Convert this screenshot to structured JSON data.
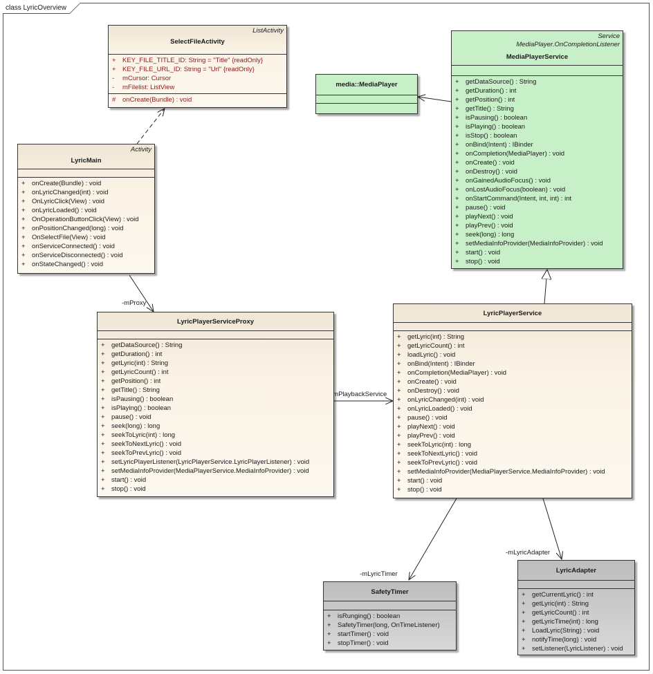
{
  "diagram": {
    "frame_label": "class LyricOverview"
  },
  "classes": {
    "select_file_activity": {
      "name": "SelectFileActivity",
      "stereotype": [
        "ListActivity"
      ],
      "attributes": [
        {
          "vis": "+",
          "text": "KEY_FILE_TITLE_ID:  String = \"Title\" {readOnly}"
        },
        {
          "vis": "+",
          "text": "KEY_FILE_URL_ID:  String = \"Url\" {readOnly}"
        },
        {
          "vis": "-",
          "text": "mCursor:  Cursor"
        },
        {
          "vis": "-",
          "text": "mFilelist:  ListView"
        }
      ],
      "operations": [
        {
          "vis": "#",
          "text": "onCreate(Bundle) : void"
        }
      ]
    },
    "lyric_main": {
      "name": "LyricMain",
      "stereotype": [
        "Activity"
      ],
      "attributes": [],
      "operations": [
        {
          "vis": "+",
          "text": "onCreate(Bundle) : void"
        },
        {
          "vis": "+",
          "text": "onLyricChanged(int) : void"
        },
        {
          "vis": "+",
          "text": "OnLyricClick(View) : void"
        },
        {
          "vis": "+",
          "text": "onLyricLoaded() : void"
        },
        {
          "vis": "+",
          "text": "OnOperationButtonClick(View) : void"
        },
        {
          "vis": "+",
          "text": "onPositionChanged(long) : void"
        },
        {
          "vis": "+",
          "text": "OnSelectFile(View) : void"
        },
        {
          "vis": "+",
          "text": "onServiceConnected() : void"
        },
        {
          "vis": "+",
          "text": "onServiceDisconnected() : void"
        },
        {
          "vis": "+",
          "text": "onStateChanged() : void"
        }
      ]
    },
    "media_player": {
      "name": "media::MediaPlayer",
      "stereotype": [],
      "attributes": [],
      "operations": []
    },
    "media_player_service": {
      "name": "MediaPlayerService",
      "stereotype": [
        "Service",
        "MediaPlayer.OnCompletionListener"
      ],
      "attributes": [],
      "operations": [
        {
          "vis": "+",
          "text": "getDataSource() : String"
        },
        {
          "vis": "+",
          "text": "getDuration() : int"
        },
        {
          "vis": "+",
          "text": "getPosition() : int"
        },
        {
          "vis": "+",
          "text": "getTitle() : String"
        },
        {
          "vis": "+",
          "text": "isPausing() : boolean"
        },
        {
          "vis": "+",
          "text": "isPlaying() : boolean"
        },
        {
          "vis": "+",
          "text": "isStop() : boolean"
        },
        {
          "vis": "+",
          "text": "onBind(Intent) : IBinder"
        },
        {
          "vis": "+",
          "text": "onCompletion(MediaPlayer) : void"
        },
        {
          "vis": "+",
          "text": "onCreate() : void"
        },
        {
          "vis": "+",
          "text": "onDestroy() : void"
        },
        {
          "vis": "+",
          "text": "onGainedAudioFocus() : void"
        },
        {
          "vis": "+",
          "text": "onLostAudioFocus(boolean) : void"
        },
        {
          "vis": "+",
          "text": "onStartCommand(Intent, int, int) : int"
        },
        {
          "vis": "+",
          "text": "pause() : void"
        },
        {
          "vis": "+",
          "text": "playNext() : void"
        },
        {
          "vis": "+",
          "text": "playPrev() : void"
        },
        {
          "vis": "+",
          "text": "seek(long) : long"
        },
        {
          "vis": "+",
          "text": "setMediaInfoProvider(MediaInfoProvider) : void"
        },
        {
          "vis": "+",
          "text": "start() : void"
        },
        {
          "vis": "+",
          "text": "stop() : void"
        }
      ]
    },
    "lyric_player_service_proxy": {
      "name": "LyricPlayerServiceProxy",
      "stereotype": [],
      "attributes": [],
      "operations": [
        {
          "vis": "+",
          "text": "getDataSource() : String"
        },
        {
          "vis": "+",
          "text": "getDuration() : int"
        },
        {
          "vis": "+",
          "text": "getLyric(int) : String"
        },
        {
          "vis": "+",
          "text": "getLyricCount() : int"
        },
        {
          "vis": "+",
          "text": "getPosition() : int"
        },
        {
          "vis": "+",
          "text": "getTitle() : String"
        },
        {
          "vis": "+",
          "text": "isPausing() : boolean"
        },
        {
          "vis": "+",
          "text": "isPlaying() : boolean"
        },
        {
          "vis": "+",
          "text": "pause() : void"
        },
        {
          "vis": "+",
          "text": "seek(long) : long"
        },
        {
          "vis": "+",
          "text": "seekToLyric(int) : long"
        },
        {
          "vis": "+",
          "text": "seekToNextLyric() : void"
        },
        {
          "vis": "+",
          "text": "seekToPrevLyric() : void"
        },
        {
          "vis": "+",
          "text": "setLyricPlayerListener(LyricPlayerService.LyricPlayerListener) : void"
        },
        {
          "vis": "+",
          "text": "setMediaInfoProvider(MediaPlayerService.MediaInfoProvider) : void"
        },
        {
          "vis": "+",
          "text": "start() : void"
        },
        {
          "vis": "+",
          "text": "stop() : void"
        }
      ]
    },
    "lyric_player_service": {
      "name": "LyricPlayerService",
      "stereotype": [],
      "attributes": [],
      "operations": [
        {
          "vis": "+",
          "text": "getLyric(int) : String"
        },
        {
          "vis": "+",
          "text": "getLyricCount() : int"
        },
        {
          "vis": "+",
          "text": "loadLyric() : void"
        },
        {
          "vis": "+",
          "text": "onBind(Intent) : IBinder"
        },
        {
          "vis": "+",
          "text": "onCompletion(MediaPlayer) : void"
        },
        {
          "vis": "+",
          "text": "onCreate() : void"
        },
        {
          "vis": "+",
          "text": "onDestroy() : void"
        },
        {
          "vis": "+",
          "text": "onLyricChanged(int) : void"
        },
        {
          "vis": "+",
          "text": "onLyricLoaded() : void"
        },
        {
          "vis": "+",
          "text": "pause() : void"
        },
        {
          "vis": "+",
          "text": "playNext() : void"
        },
        {
          "vis": "+",
          "text": "playPrev() : void"
        },
        {
          "vis": "+",
          "text": "seekToLyric(int) : long"
        },
        {
          "vis": "+",
          "text": "seekToNextLyric() : void"
        },
        {
          "vis": "+",
          "text": "seekToPrevLyric() : void"
        },
        {
          "vis": "+",
          "text": "setMediaInfoProvider(MediaPlayerService.MediaInfoProvider) : void"
        },
        {
          "vis": "+",
          "text": "start() : void"
        },
        {
          "vis": "+",
          "text": "stop() : void"
        }
      ]
    },
    "safety_timer": {
      "name": "SafetyTimer",
      "stereotype": [],
      "attributes": [],
      "operations": [
        {
          "vis": "+",
          "text": "isRunging() : boolean"
        },
        {
          "vis": "+",
          "text": "SafetyTimer(long, OnTimeListener)"
        },
        {
          "vis": "+",
          "text": "startTimer() : void"
        },
        {
          "vis": "+",
          "text": "stopTimer() : void"
        }
      ]
    },
    "lyric_adapter": {
      "name": "LyricAdapter",
      "stereotype": [],
      "attributes": [],
      "operations": [
        {
          "vis": "+",
          "text": "getCurrentLyric() : int"
        },
        {
          "vis": "+",
          "text": "getLyric(int) : String"
        },
        {
          "vis": "+",
          "text": "getLyricCount() : int"
        },
        {
          "vis": "+",
          "text": "getLyricTime(int) : long"
        },
        {
          "vis": "+",
          "text": "LoadLyric(String) : void"
        },
        {
          "vis": "+",
          "text": "notifyTime(long) : void"
        },
        {
          "vis": "+",
          "text": "setListener(LyricListener) : void"
        }
      ]
    }
  },
  "relations": [
    {
      "kind": "realization",
      "from": "lyric_main",
      "to": "select_file_activity",
      "label": ""
    },
    {
      "kind": "association",
      "from": "lyric_main",
      "to": "lyric_player_service_proxy",
      "label": "-mProxy"
    },
    {
      "kind": "association",
      "from": "lyric_player_service_proxy",
      "to": "lyric_player_service",
      "label": "-mPlaybackService"
    },
    {
      "kind": "generalization",
      "from": "lyric_player_service",
      "to": "media_player_service",
      "label": ""
    },
    {
      "kind": "association",
      "from": "media_player_service",
      "to": "media_player",
      "label": ""
    },
    {
      "kind": "association",
      "from": "lyric_player_service",
      "to": "safety_timer",
      "label": "-mLyricTimer"
    },
    {
      "kind": "association",
      "from": "lyric_player_service",
      "to": "lyric_adapter",
      "label": "-mLyricAdapter"
    }
  ]
}
